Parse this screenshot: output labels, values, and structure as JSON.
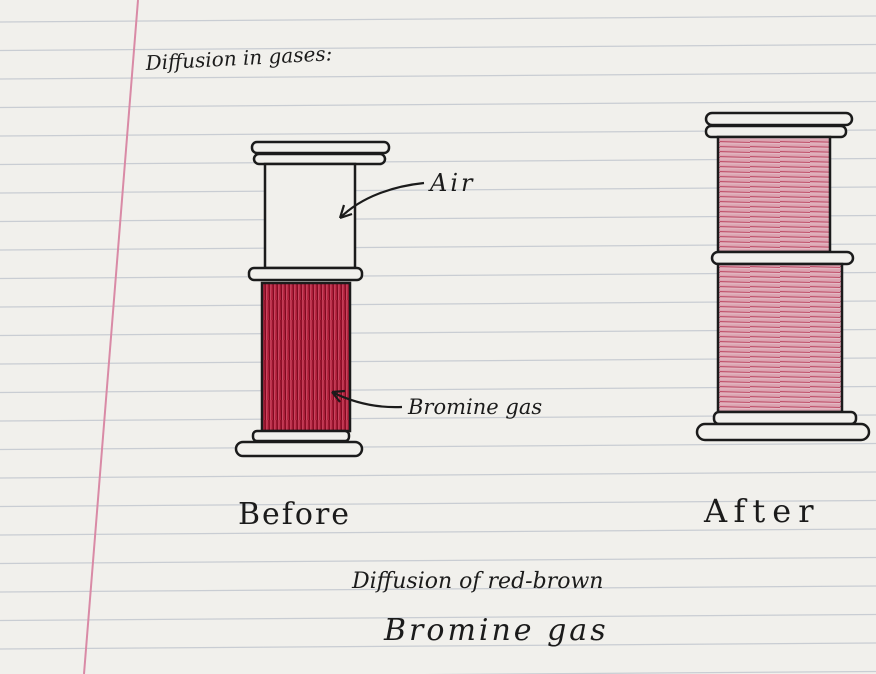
{
  "heading": "Diffusion in gases:",
  "labels": {
    "air": "Air",
    "bromine": "Bromine gas",
    "before": "Before",
    "after": "After"
  },
  "caption": {
    "line1": "Diffusion of red-brown",
    "line2": "Bromine gas"
  },
  "colors": {
    "paper": "#f1f0ec",
    "rule_line": "#c9cdd3",
    "margin_line": "#d98aa6",
    "ink": "#1b1b1b",
    "bromine_dense": "#a3122f",
    "bromine_light": "#d37a8e"
  }
}
